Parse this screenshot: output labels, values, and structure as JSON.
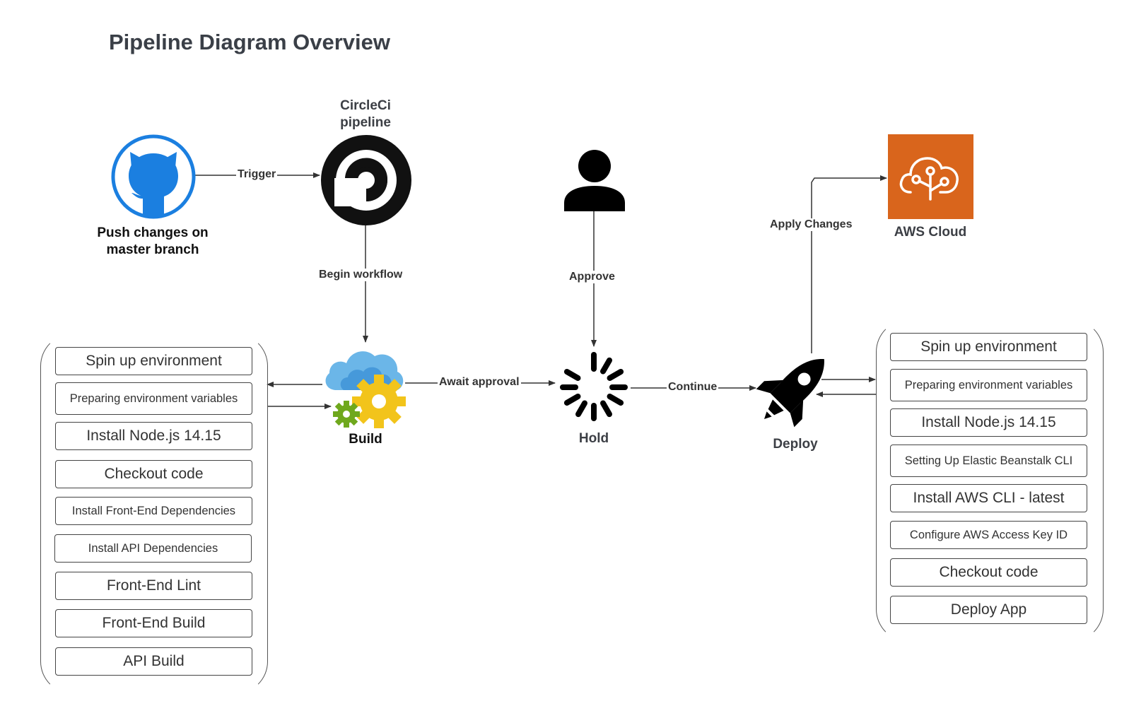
{
  "title": "Pipeline Diagram Overview",
  "nodes": {
    "github": {
      "label_line1": "Push changes on",
      "label_line2": "master branch",
      "color": "#1b7fe0",
      "icon": "github-icon"
    },
    "circleci": {
      "label_line1": "CircleCi",
      "label_line2": "pipeline",
      "icon": "circleci-icon"
    },
    "approver": {
      "icon": "user-icon"
    },
    "aws": {
      "label": "AWS Cloud",
      "color": "#d9651c",
      "icon": "aws-cloud-icon"
    },
    "build": {
      "label": "Build",
      "icon": "cloud-gears-icon"
    },
    "hold": {
      "label": "Hold",
      "icon": "spinner-icon"
    },
    "deploy": {
      "label": "Deploy",
      "icon": "rocket-icon"
    }
  },
  "edges": {
    "trigger": "Trigger",
    "begin_workflow": "Begin workflow",
    "approve": "Approve",
    "await_approval": "Await approval",
    "continue": "Continue",
    "apply_changes": "Apply Changes"
  },
  "build_steps": [
    "Spin up environment",
    "Preparing environment variables",
    "Install Node.js 14.15",
    "Checkout code",
    "Install Front-End Dependencies",
    "Install API Dependencies",
    "Front-End Lint",
    "Front-End Build",
    "API Build"
  ],
  "deploy_steps": [
    "Spin up environment",
    "Preparing environment variables",
    "Install Node.js 14.15",
    "Setting Up Elastic Beanstalk CLI",
    "Install AWS CLI - latest",
    "Configure AWS Access Key ID",
    "Checkout code",
    "Deploy App"
  ]
}
